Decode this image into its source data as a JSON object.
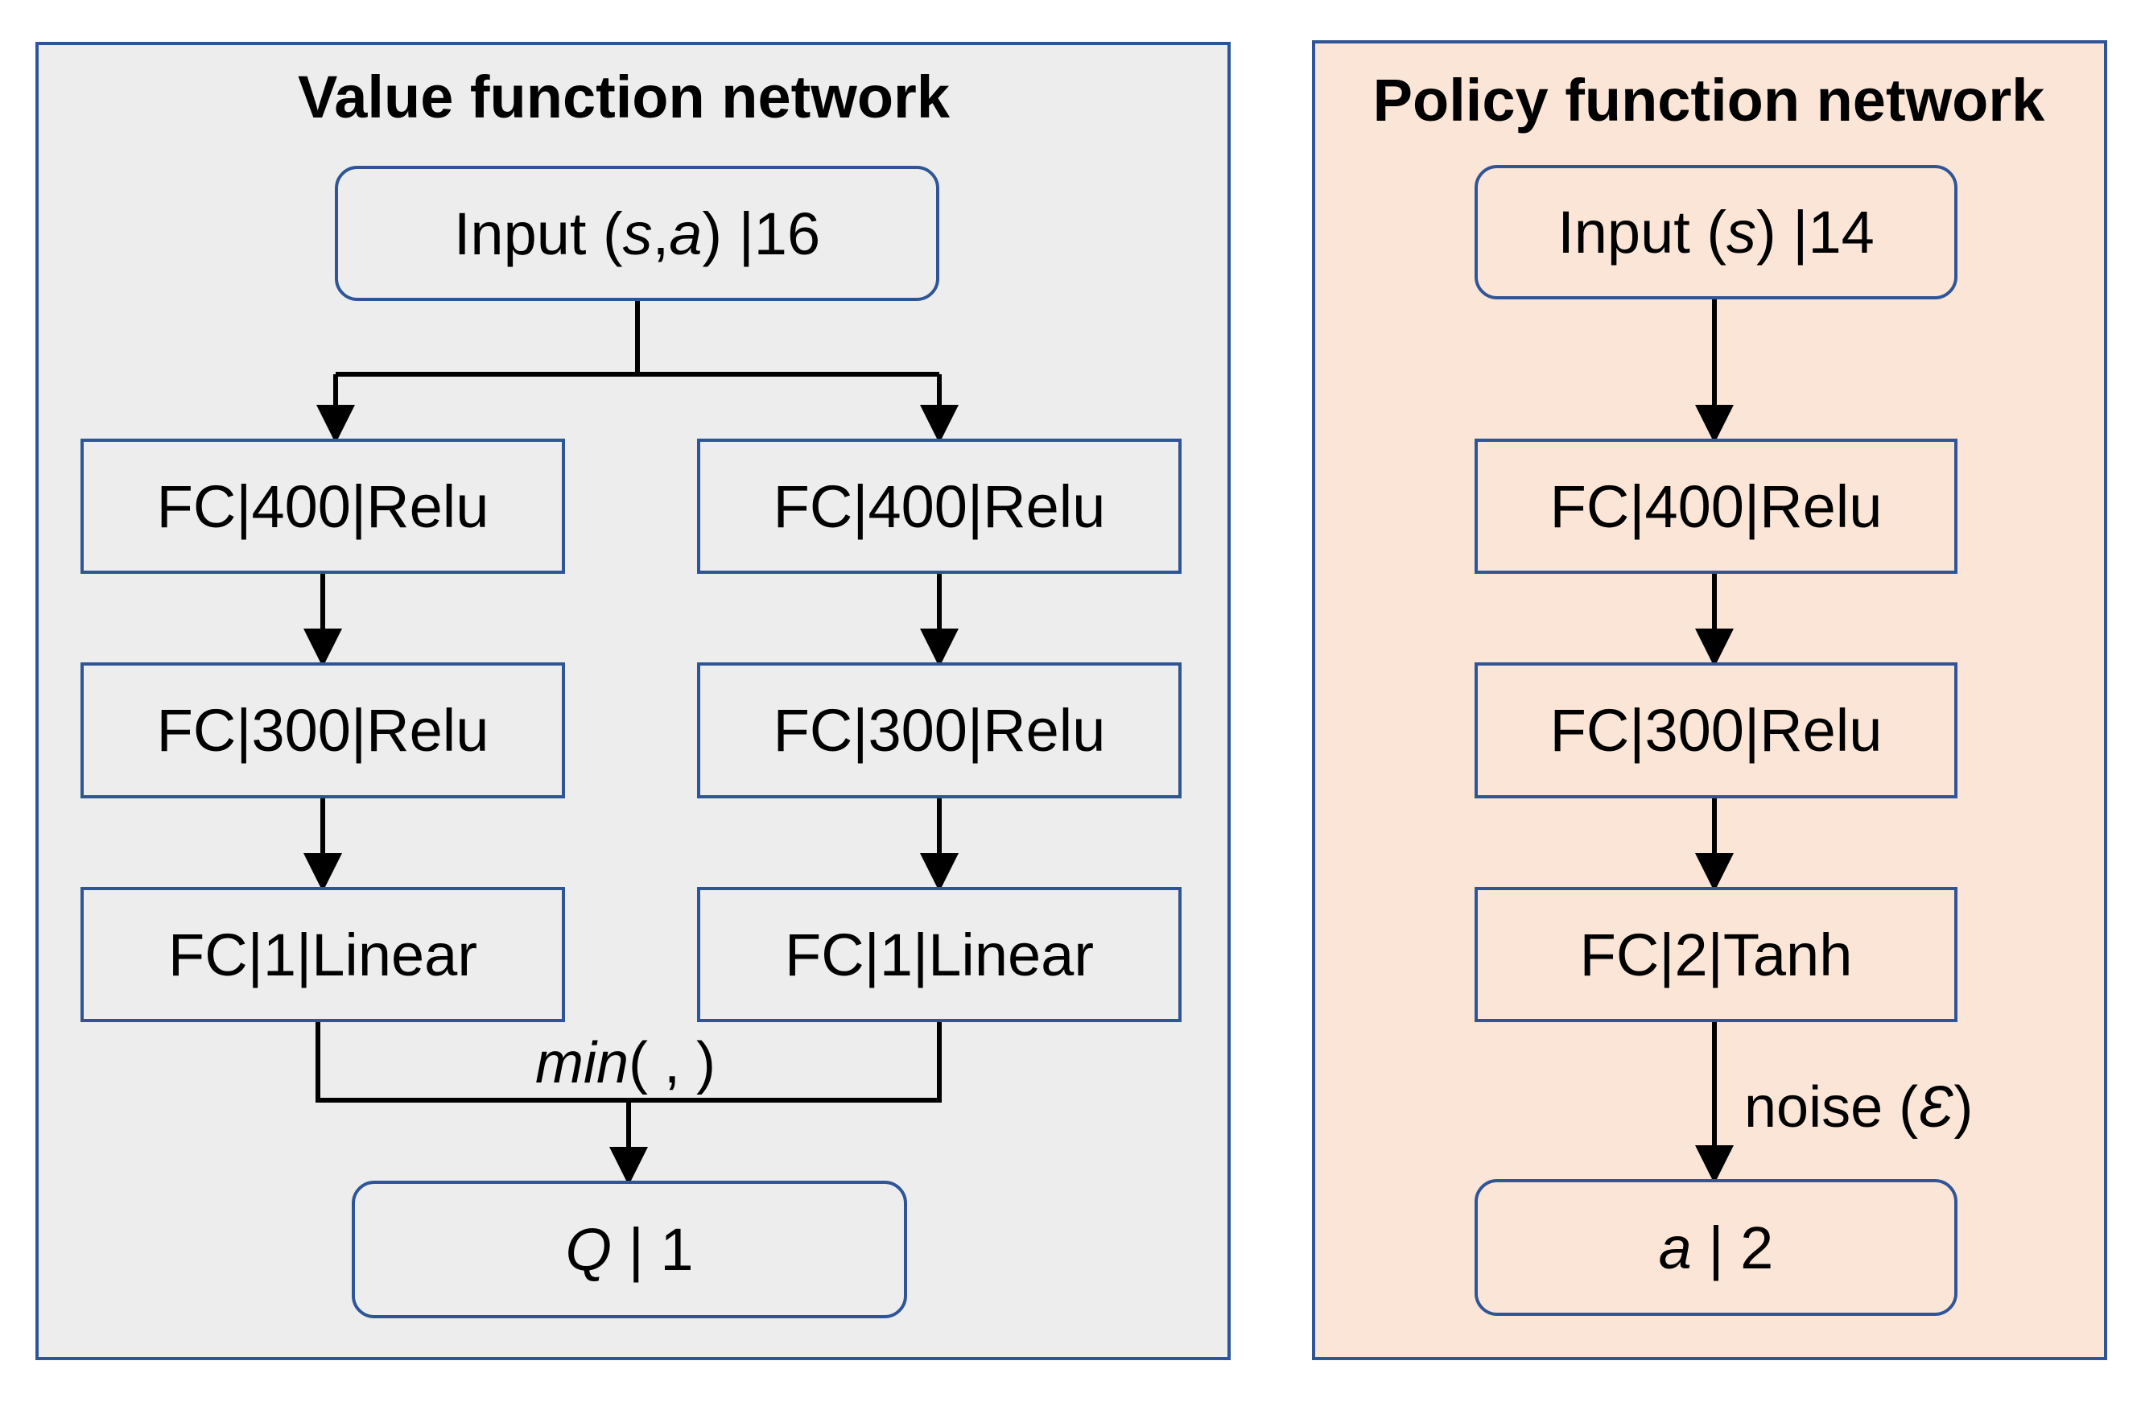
{
  "value_network": {
    "title": "Value function network",
    "input": {
      "prefix": "Input (",
      "s": "s",
      "sep": ", ",
      "a": "a",
      "suffix": ") |16"
    },
    "branch_left": {
      "layer1": "FC|400|Relu",
      "layer2": "FC|300|Relu",
      "layer3": "FC|1|Linear"
    },
    "branch_right": {
      "layer1": "FC|400|Relu",
      "layer2": "FC|300|Relu",
      "layer3": "FC|1|Linear"
    },
    "combine": {
      "func": "min",
      "args": "( , )"
    },
    "output": {
      "var": "Q",
      "suffix": " | 1"
    }
  },
  "policy_network": {
    "title": "Policy function network",
    "input": {
      "prefix": "Input (",
      "s": "s",
      "suffix": ") |14"
    },
    "layer1": "FC|400|Relu",
    "layer2": "FC|300|Relu",
    "layer3": "FC|2|Tanh",
    "noise": {
      "prefix": "noise (",
      "symbol": "Ɛ",
      "suffix": ")"
    },
    "output": {
      "var": "a",
      "suffix": " | 2"
    }
  },
  "colors": {
    "border": "#2F5597",
    "value_bg": "#EDEDED",
    "policy_bg": "#FBE5D6",
    "arrow": "#000000"
  }
}
